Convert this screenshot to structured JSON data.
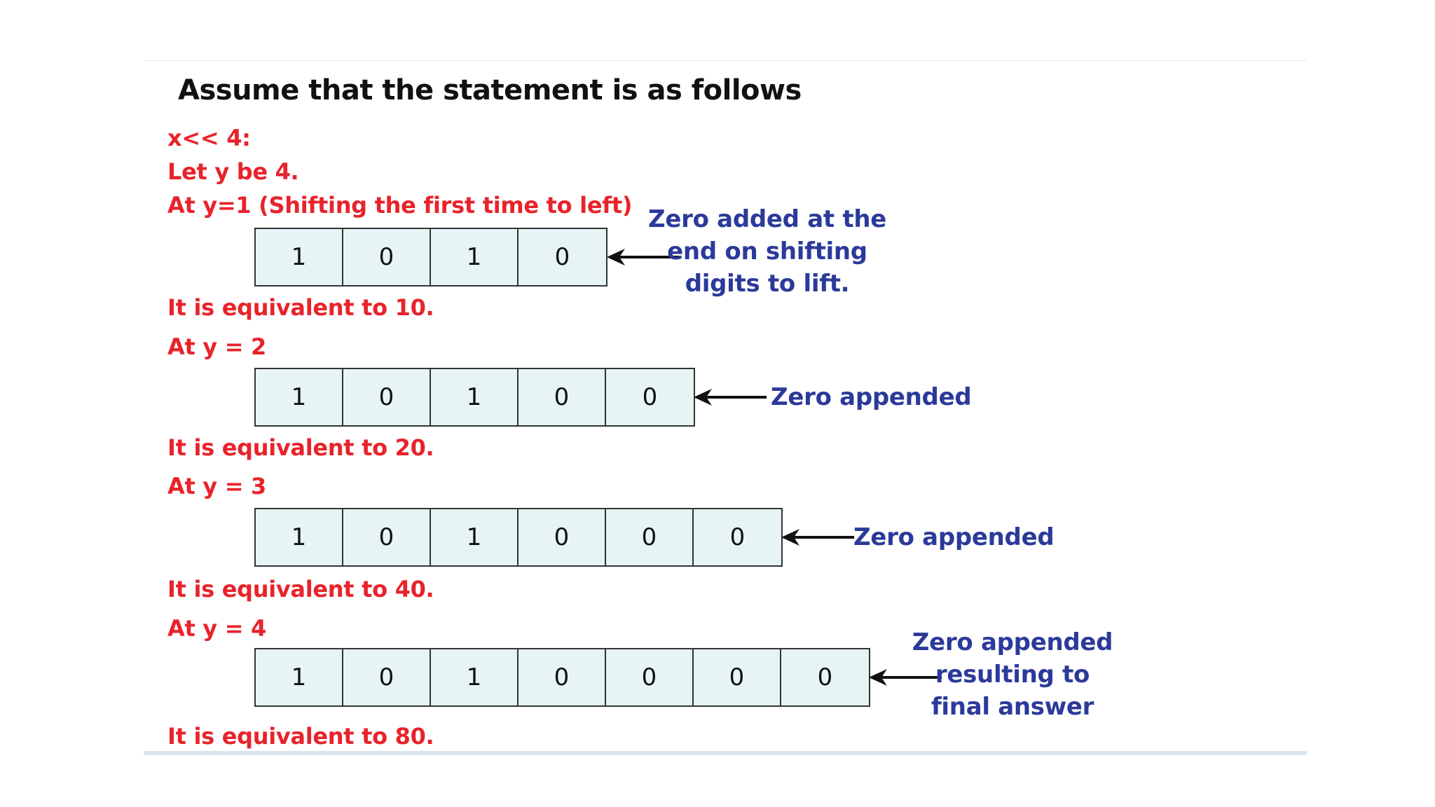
{
  "title": "Assume that the statement is as follows",
  "colors": {
    "red": "#e8232b",
    "blue": "#2b3a9a",
    "cell_fill": "#e6f4f6",
    "border": "#333333"
  },
  "intro": {
    "expression": "x<< 4:",
    "let_y": "Let y be 4.",
    "step1_heading": "At y=1 (Shifting the first time to left)"
  },
  "steps": [
    {
      "heading": "",
      "bits": [
        "1",
        "0",
        "1",
        "0"
      ],
      "equivalent": "It is equivalent to 10.",
      "note_lines": [
        "Zero added at the",
        "end on shifting",
        "digits to lift."
      ]
    },
    {
      "heading": "At y = 2",
      "bits": [
        "1",
        "0",
        "1",
        "0",
        "0"
      ],
      "equivalent": "It is equivalent to 20.",
      "note_lines": [
        "Zero appended"
      ]
    },
    {
      "heading": "At y = 3",
      "bits": [
        "1",
        "0",
        "1",
        "0",
        "0",
        "0"
      ],
      "equivalent": "It is equivalent to 40.",
      "note_lines": [
        "Zero appended"
      ]
    },
    {
      "heading": "At y = 4",
      "bits": [
        "1",
        "0",
        "1",
        "0",
        "0",
        "0",
        "0"
      ],
      "equivalent": "It is equivalent to 80.",
      "note_lines": [
        "Zero appended",
        "resulting to",
        "final answer"
      ]
    }
  ]
}
